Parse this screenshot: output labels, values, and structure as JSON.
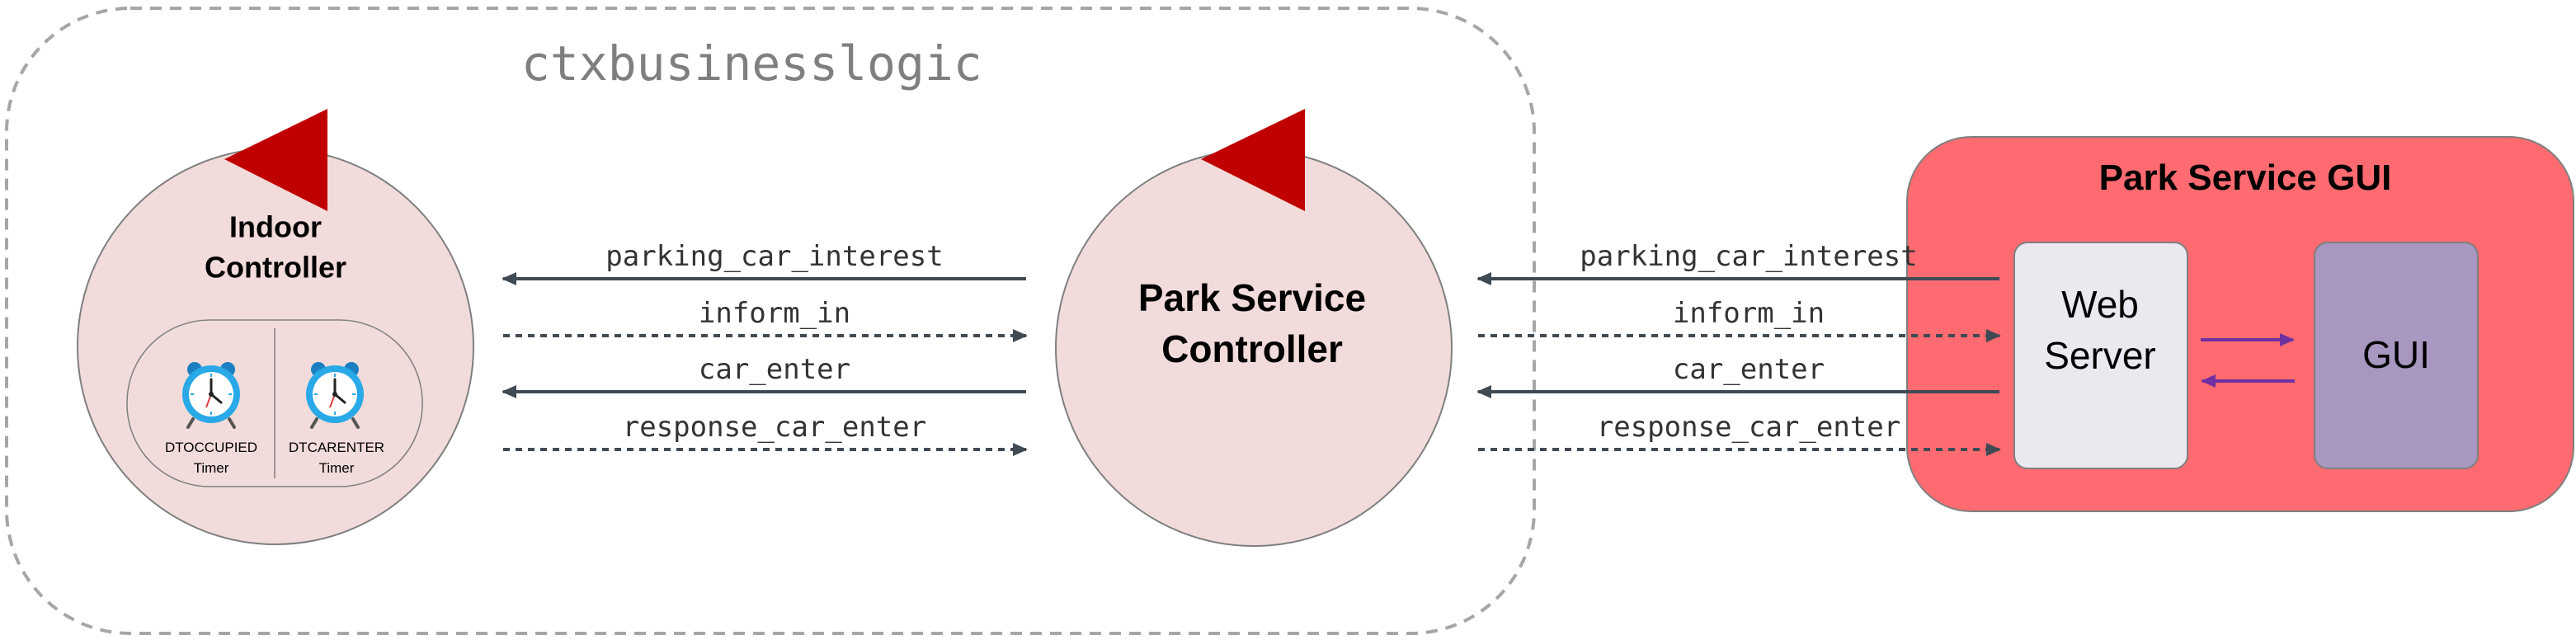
{
  "context": {
    "label": "ctxbusinesslogic"
  },
  "indoor_controller": {
    "name": "Indoor\nController",
    "timers": [
      {
        "name": "DTOCCUPIED",
        "kind": "Timer"
      },
      {
        "name": "DTCARENTER",
        "kind": "Timer"
      }
    ]
  },
  "park_service_controller": {
    "name": "Park Service\nController"
  },
  "gui_group": {
    "title": "Park Service GUI",
    "web_server": "Web\nServer",
    "gui": "GUI"
  },
  "messages_left": [
    {
      "label": "parking_car_interest",
      "style": "solid",
      "direction": "left"
    },
    {
      "label": "inform_in",
      "style": "dashed",
      "direction": "right"
    },
    {
      "label": "car_enter",
      "style": "solid",
      "direction": "left"
    },
    {
      "label": "response_car_enter",
      "style": "dashed",
      "direction": "right"
    }
  ],
  "messages_right": [
    {
      "label": "parking_car_interest",
      "style": "solid",
      "direction": "left"
    },
    {
      "label": "inform_in",
      "style": "dashed",
      "direction": "right"
    },
    {
      "label": "car_enter",
      "style": "solid",
      "direction": "left"
    },
    {
      "label": "response_car_enter",
      "style": "dashed",
      "direction": "right"
    }
  ],
  "colors": {
    "context_border": "#a6a6a6",
    "context_text": "#7f7f7f",
    "actor_fill": "#f2dcdb",
    "actor_border": "#7f7f7f",
    "flag": "#c00000",
    "gui_group_fill": "#ff6b70",
    "web_server_fill": "#ebe8ef",
    "gui_fill": "#a897c0",
    "arrow": "#404a54",
    "internal_arrow": "#7030a0",
    "clock": "#29a9e8"
  }
}
